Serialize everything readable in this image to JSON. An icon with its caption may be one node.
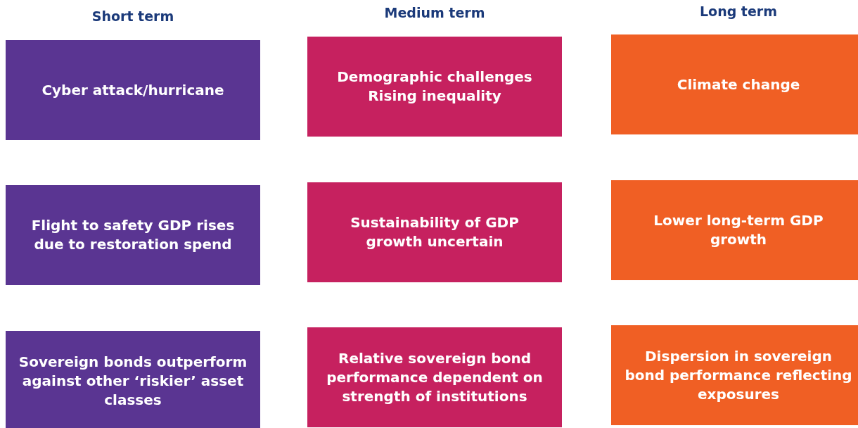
{
  "diagram": {
    "nodes": [
      {
        "text": [
          "Cyber attack/hurricane"
        ]
      },
      {
        "text": [
          "Flight to safety GDP rises due to restoration spend"
        ]
      },
      {
        "text": [
          "Sovereign bonds outperform against other ‘riskier’ asset classes"
        ]
      },
      {
        "text": [
          "Demographic challenges",
          "Rising inequality"
        ]
      },
      {
        "text": [
          "Sustainability of GDP growth uncertain"
        ]
      },
      {
        "text": [
          "Relative sovereign bond performance dependent on strength of institutions"
        ]
      },
      {
        "text": [
          "Climate change"
        ]
      },
      {
        "text": [
          "Lower long-term GDP growth"
        ]
      },
      {
        "text": [
          "Dispersion in sovereign bond performance reflecting exposures"
        ]
      }
    ],
    "labels": [
      "Short term",
      "Medium term",
      "Long term"
    ]
  }
}
